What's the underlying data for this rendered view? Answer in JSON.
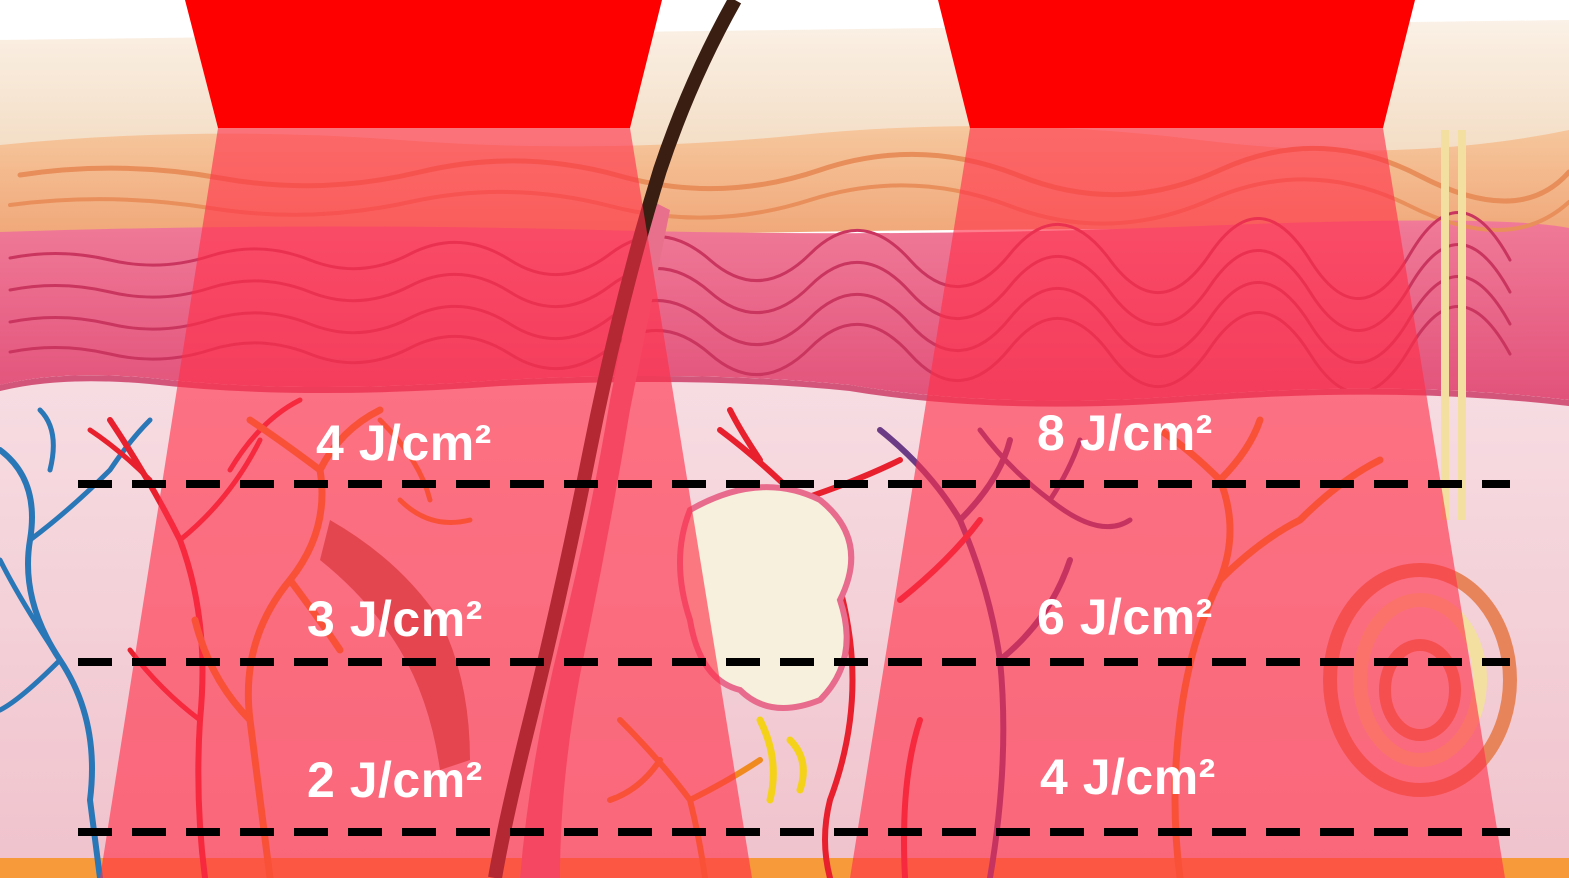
{
  "beams": [
    {
      "id": "left",
      "doses": [
        "4 J/cm²",
        "3 J/cm²",
        "2 J/cm²"
      ]
    },
    {
      "id": "right",
      "doses": [
        "8 J/cm²",
        "6 J/cm²",
        "4 J/cm²"
      ]
    }
  ],
  "colors": {
    "beam_source": "#ff0000",
    "beam_cone": "#ff3b4f",
    "depth_line": "#000000",
    "label_text": "#ffffff",
    "epidermis": "#f4c9a0",
    "dermis": "#e8587a",
    "subcutis": "#f3cad3"
  },
  "depth_markers": 3
}
